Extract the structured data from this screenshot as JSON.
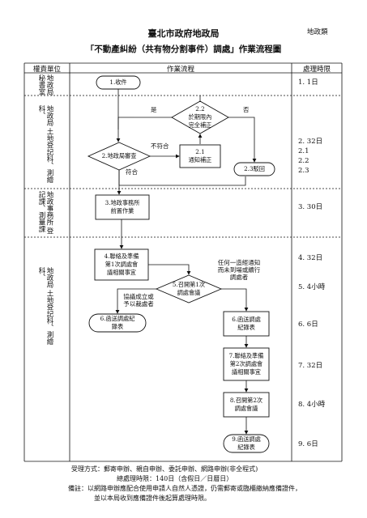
{
  "header": {
    "tag": "地政類",
    "title": "臺北市政府地政局",
    "subtitle": "「不動產糾紛（共有物分割事件）調處」作業流程圖"
  },
  "columns": {
    "unit": "權責單位",
    "flow": "作業流程",
    "time": "處理時限"
  },
  "units": {
    "u1": "地政局 秘書室",
    "u2": "地政局 土地登記科、測繪科、",
    "u3": "地政事務所 登記課、測量課",
    "u4": "地政局 土地登記科、測繪科、"
  },
  "nodes": {
    "n1": "1.收件",
    "n2_2": "2.2 於期限內 完全補正",
    "n2": "2.地政局審查",
    "n2_1": "2.1 通知補正",
    "n2_3": "2.3駁回",
    "n3": "3.地政事務所 前置作業",
    "n4": "4.聯絡及準備 第1次調處會 議相關事宜",
    "n5": "5.召開第1次 調處會議",
    "n6a": "6.函送調處紀 錄表",
    "n6b": "6.函送調處 紀錄表",
    "n7": "7.聯絡及準備 第2次調處會 議相關事宜",
    "n8": "8.召開第2次 調處會議",
    "n9": "9.函送調處 紀錄表"
  },
  "edge_labels": {
    "yes": "是",
    "no": "否",
    "not_ok": "不符合",
    "ok": "符合",
    "agreed": "協議成立或 予以裁處者",
    "absent": "任何一造經通知 而未到場或續行 調處者"
  },
  "times": {
    "t1": "1. 1日",
    "t2": "2.  32日",
    "t2_1": "2.1",
    "t2_2": "2.2",
    "t2_3": "2.3",
    "t3": "3.  30日",
    "t4": "4.  32日",
    "t5": "5.  4小時",
    "t6": "6.  6日",
    "t7": "7.  32日",
    "t8": "8.  4小時",
    "t9": "9.  6日"
  },
  "footer": {
    "line1": "受理方式：郵寄申辦、親自申辦、委託申辦、網路申辦(非全程式)",
    "line2": "總處理時限：140日（含假日／日曆日）",
    "line3": "備註：以網路申辦應配合使用申請人自然人憑證，仍需郵寄或臨櫃繳納應備證件，",
    "line4": "並以本局收到應備證件後起算處理時限。"
  }
}
